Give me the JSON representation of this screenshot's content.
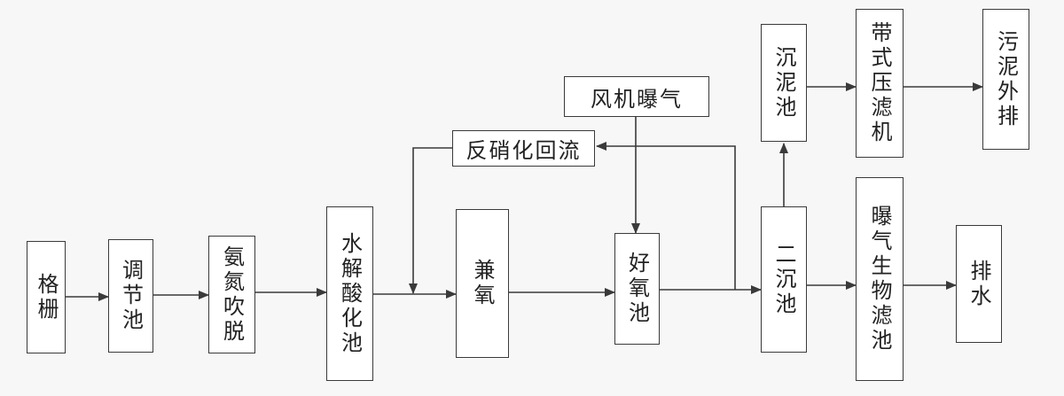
{
  "diagram": {
    "nodes": {
      "grille": "格栅",
      "regulating_tank": "调节池",
      "ammonia_stripping": "氨氮吹脱",
      "hydrolysis_acidification_tank": "水解酸化池",
      "anoxic_tank": "兼氧",
      "aerobic_tank": "好氧池",
      "secondary_clarifier": "二沉池",
      "aerated_biofilter": "曝气生物滤池",
      "discharge": "排水",
      "sludge_tank": "沉泥池",
      "belt_filter_press": "带式压滤机",
      "sludge_disposal": "污泥外排",
      "blower_aeration": "风机曝气",
      "denitrification_reflux": "反硝化回流"
    },
    "colors": {
      "line": "#3a3a3a",
      "box_border": "#3a3a3a",
      "box_fill": "#ffffff",
      "background": "#f7f7f7",
      "text": "#222222"
    }
  }
}
